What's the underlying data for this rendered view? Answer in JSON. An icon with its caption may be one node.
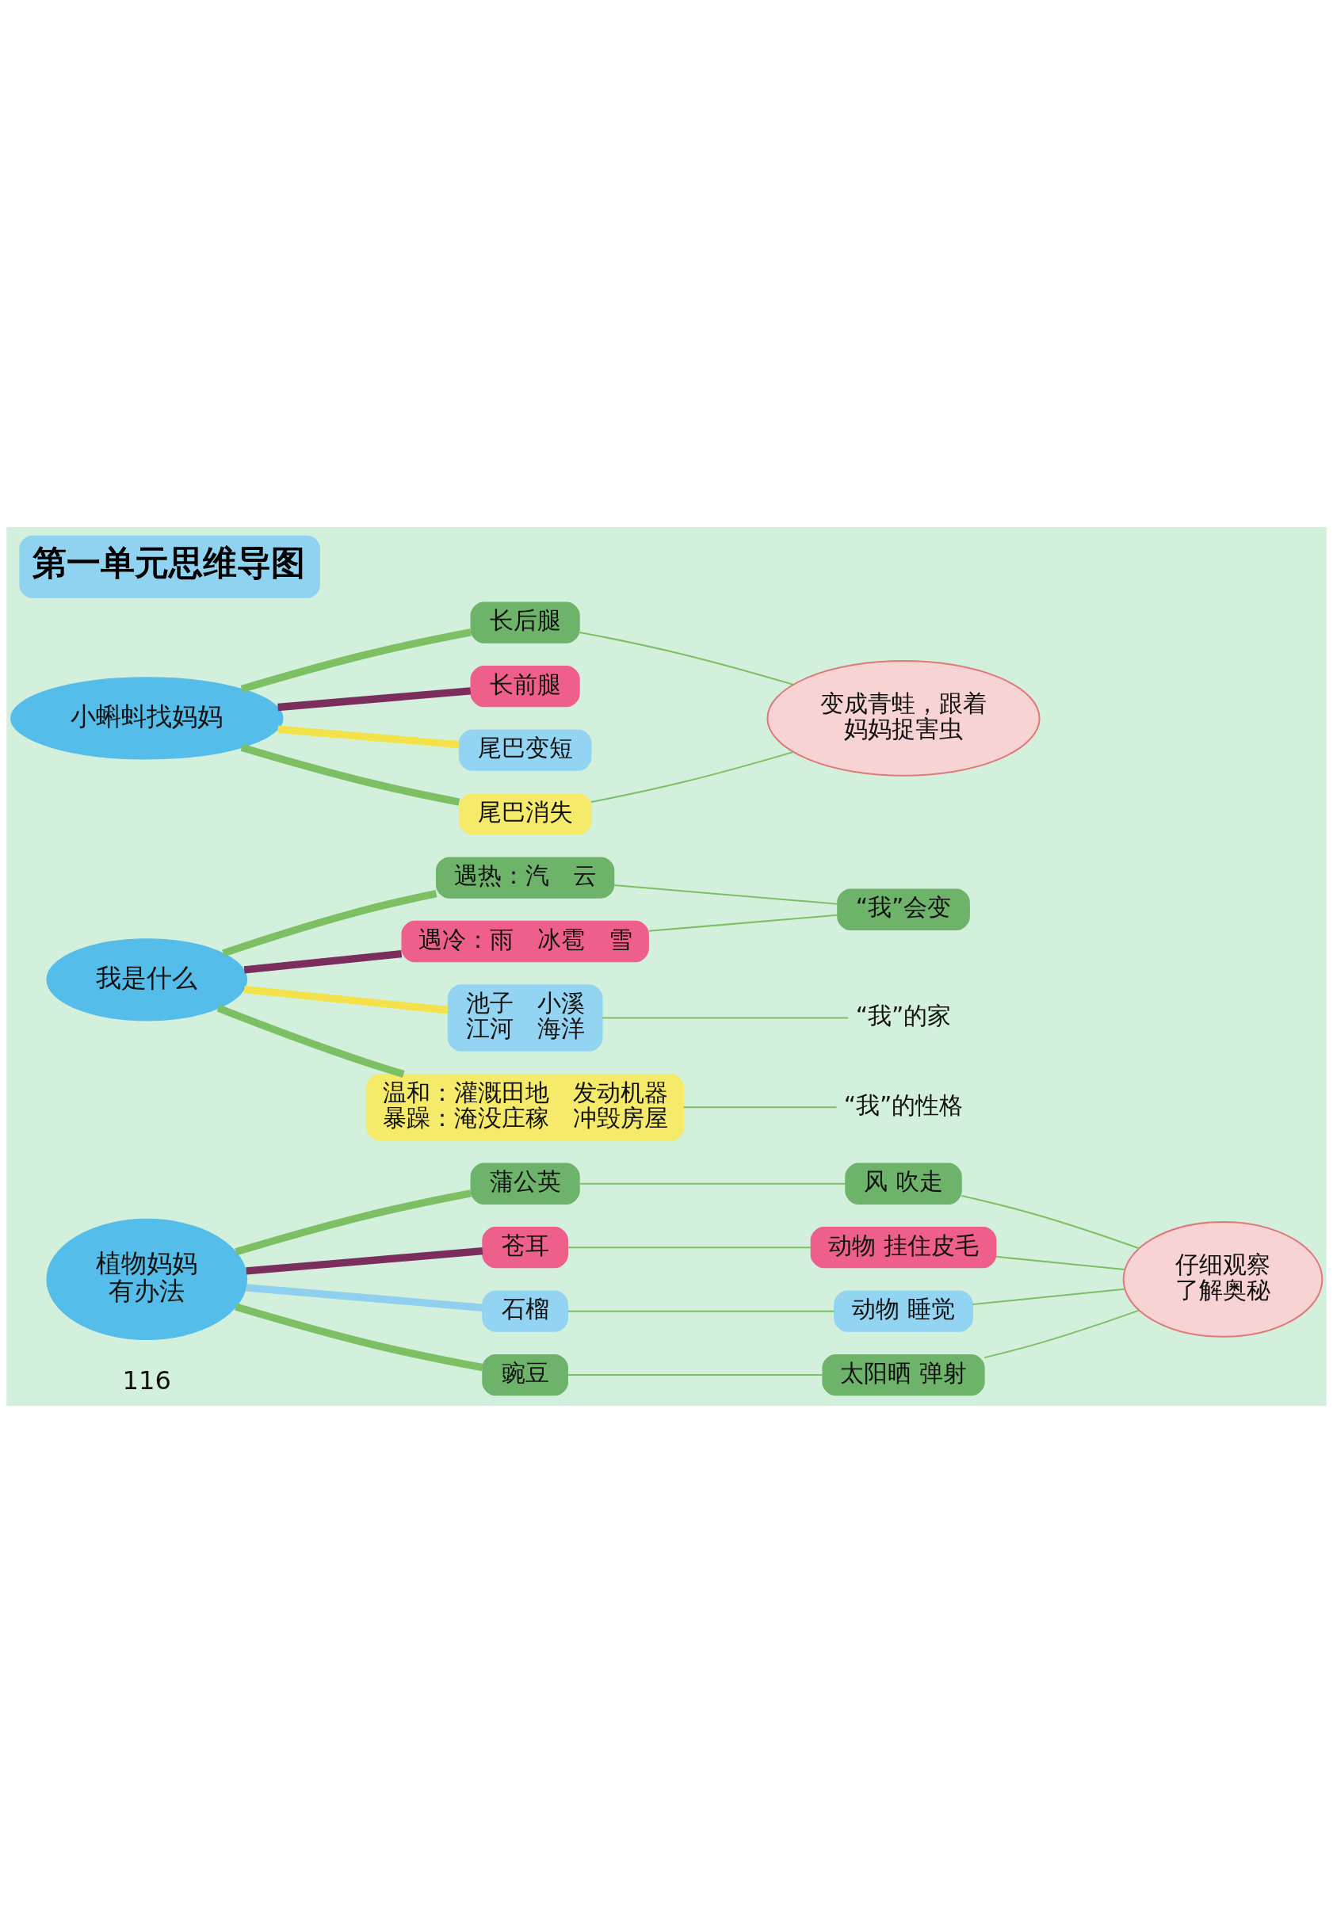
{
  "diagram": {
    "title": "第一单元思维导图",
    "nodes": [
      {
        "text": [
          "小蝌蚪找妈妈"
        ]
      },
      {
        "text": [
          "长后腿"
        ]
      },
      {
        "text": [
          "长前腿"
        ]
      },
      {
        "text": [
          "尾巴变短"
        ]
      },
      {
        "text": [
          "尾巴消失"
        ]
      },
      {
        "text": [
          "变成青蛙，跟着妈妈捉害虫"
        ]
      },
      {
        "text": [
          "我是什么"
        ]
      },
      {
        "text": [
          "遇热：汽　云"
        ]
      },
      {
        "text": [
          "遇冷：雨　冰雹　雪"
        ]
      },
      {
        "text": [
          "池子　小溪",
          "江河　海洋"
        ]
      },
      {
        "text": [
          "温和：灌溉田地　发动机器",
          "暴躁：淹没庄稼　冲毁房屋"
        ]
      },
      {
        "text": [
          "“我”会变"
        ]
      },
      {
        "text": [
          "“我”的家"
        ]
      },
      {
        "text": [
          "“我”的性格"
        ]
      },
      {
        "text": [
          "植物妈妈有办法"
        ]
      },
      {
        "text": [
          "蒲公英"
        ]
      },
      {
        "text": [
          "风 吹走"
        ]
      },
      {
        "text": [
          "苍耳"
        ]
      },
      {
        "text": [
          "动物 挂住皮毛"
        ]
      },
      {
        "text": [
          "石榴"
        ]
      },
      {
        "text": [
          "动物 睡觉"
        ]
      },
      {
        "text": [
          "豌豆"
        ]
      },
      {
        "text": [
          "太阳晒 弹射"
        ]
      },
      {
        "text": [
          "仔细观察了解奥秘"
        ]
      }
    ],
    "edges": [
      {
        "from": 0,
        "to": 1,
        "arrow": "none",
        "style": "thick"
      },
      {
        "from": 0,
        "to": 2,
        "arrow": "none",
        "style": "thick",
        "color": "#7b2d5e"
      },
      {
        "from": 0,
        "to": 3,
        "arrow": "none",
        "style": "thick",
        "color": "#f3e24a"
      },
      {
        "from": 0,
        "to": 4,
        "arrow": "none",
        "style": "thick"
      },
      {
        "from": 1,
        "to": 5,
        "arrow": "none"
      },
      {
        "from": 4,
        "to": 5,
        "arrow": "none"
      },
      {
        "from": 6,
        "to": 7,
        "arrow": "none",
        "style": "thick"
      },
      {
        "from": 6,
        "to": 8,
        "arrow": "none",
        "style": "thick",
        "color": "#7b2d5e"
      },
      {
        "from": 6,
        "to": 9,
        "arrow": "none",
        "style": "thick",
        "color": "#f3e24a"
      },
      {
        "from": 6,
        "to": 10,
        "arrow": "none",
        "style": "thick"
      },
      {
        "from": 7,
        "to": 11,
        "arrow": "none"
      },
      {
        "from": 8,
        "to": 11,
        "arrow": "none"
      },
      {
        "from": 9,
        "to": 12,
        "arrow": "none"
      },
      {
        "from": 10,
        "to": 13,
        "arrow": "none"
      },
      {
        "from": 14,
        "to": 15,
        "arrow": "none",
        "style": "thick"
      },
      {
        "from": 14,
        "to": 17,
        "arrow": "none",
        "style": "thick",
        "color": "#7b2d5e"
      },
      {
        "from": 14,
        "to": 19,
        "arrow": "none",
        "style": "thick",
        "color": "#8fd0ee"
      },
      {
        "from": 14,
        "to": 21,
        "arrow": "none",
        "style": "thick"
      },
      {
        "from": 15,
        "to": 16,
        "arrow": "none"
      },
      {
        "from": 17,
        "to": 18,
        "arrow": "none"
      },
      {
        "from": 19,
        "to": 20,
        "arrow": "none"
      },
      {
        "from": 21,
        "to": 22,
        "arrow": "none"
      },
      {
        "from": 16,
        "to": 23,
        "arrow": "none"
      },
      {
        "from": 18,
        "to": 23,
        "arrow": "none"
      },
      {
        "from": 20,
        "to": 23,
        "arrow": "none"
      },
      {
        "from": 22,
        "to": 23,
        "arrow": "none"
      }
    ],
    "labels": [
      "116"
    ]
  }
}
